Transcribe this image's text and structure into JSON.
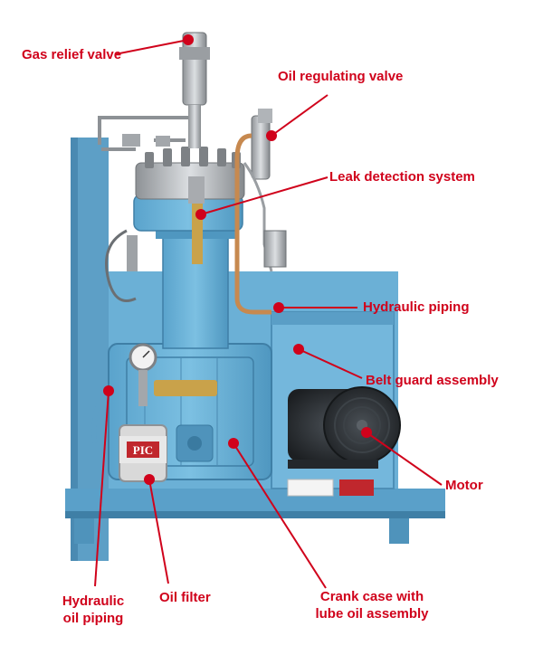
{
  "labels": {
    "gas_relief_valve": "Gas relief valve",
    "oil_regulating_valve": "Oil regulating valve",
    "leak_detection_system": "Leak detection system",
    "hydraulic_piping": "Hydraulic piping",
    "belt_guard_assembly": "Belt guard assembly",
    "motor": "Motor",
    "hydraulic_oil_piping_line1": "Hydraulic",
    "hydraulic_oil_piping_line2": "oil piping",
    "oil_filter": "Oil filter",
    "crank_case_line1": "Crank case with",
    "crank_case_line2": "lube oil assembly",
    "filter_brand": "PIC"
  },
  "colors": {
    "label_red": "#d0021b",
    "frame_blue": "#6fb3d6",
    "steel": "#b9bcc0",
    "motor_dark": "#2b2f33"
  }
}
